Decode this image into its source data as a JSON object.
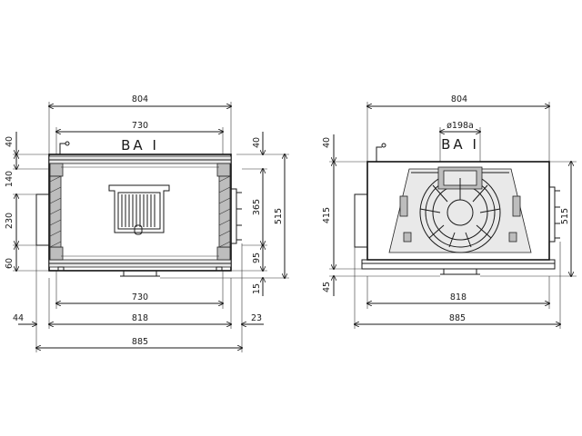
{
  "left_view": {
    "label": "BA I",
    "dims": {
      "top_width": "804",
      "inner_width": "730",
      "side_40": "40",
      "side_140": "140",
      "side_230": "230",
      "side_60": "60",
      "right_40": "40",
      "right_365": "365",
      "right_95": "95",
      "right_15": "15",
      "overall_515": "515",
      "bottom_730": "730",
      "bottom_818": "818",
      "bottom_885": "885",
      "left_44": "44",
      "right_23": "23"
    }
  },
  "right_view": {
    "label": "BA I",
    "dims": {
      "top_width": "804",
      "diameter": "ø198a",
      "side_40": "40",
      "side_415": "415",
      "side_45": "45",
      "overall_515": "515",
      "bottom_818": "818",
      "bottom_885": "885"
    }
  }
}
